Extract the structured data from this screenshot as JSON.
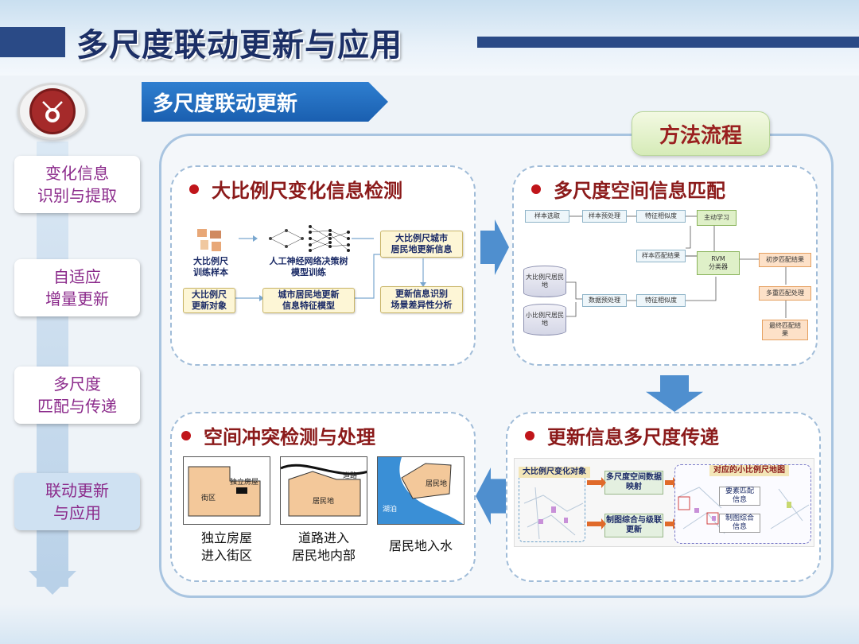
{
  "page": {
    "title": "多尺度联动更新与应用"
  },
  "ribbon": {
    "label": "多尺度联动更新"
  },
  "method_badge": {
    "label": "方法流程"
  },
  "sidebar": {
    "items": [
      {
        "label": "变化信息\n识别与提取"
      },
      {
        "label": "自适应\n增量更新"
      },
      {
        "label": "多尺度\n匹配与传递"
      },
      {
        "label": "联动更新\n与应用"
      }
    ]
  },
  "panel_detect": {
    "title": "大比例尺变化信息检测",
    "sample_label": "大比例尺\n训练样本",
    "nn_label": "人工神经网络决策树\n模型训练",
    "target_box": "大比例尺\n更新对象",
    "model_box": "城市居民地更新\n信息特征模型",
    "update_box": "大比例尺城市\n居民地更新信息",
    "diff_box": "更新信息识别\n场景差异性分析"
  },
  "panel_match": {
    "title": "多尺度空间信息匹配",
    "sample_select": "样本选取",
    "sample_pre": "样本预处理",
    "feature_sim": "特征相似度",
    "active_learning": "主动学习",
    "sample_match_result": "样本匹配结果",
    "rvm": "RVM\n分类器",
    "init_match": "初步匹配结果",
    "db_large": "大比例尺居民\n地",
    "db_small": "小比例尺居民\n地",
    "data_pre": "数据预处理",
    "feature_sim2": "特征相似度",
    "multi_match": "多重匹配处理",
    "final_match": "最终匹配结\n果"
  },
  "panel_transfer": {
    "title": "更新信息多尺度传递",
    "large_obj": "大比例尺变化对象",
    "map_box": "多尺度空间数据\n映射",
    "cascade_box": "制图综合与级联\n更新",
    "small_map": "对应的小比例尺地图",
    "element_match": "要素匹配\n信息",
    "carto_info": "制图综合\n信息"
  },
  "panel_conflict": {
    "title": "空间冲突检测与处理",
    "images": [
      {
        "caption": "独立房屋\n进入街区",
        "labels": [
          "独立房屋",
          "街区"
        ]
      },
      {
        "caption": "道路进入\n居民地内部",
        "labels": [
          "道路",
          "居民地"
        ]
      },
      {
        "caption": "居民地入水",
        "labels": [
          "居民地",
          "湖泊"
        ]
      }
    ]
  },
  "colors": {
    "accent_blue": "#1a5fb0",
    "title_navy": "#1c2f66",
    "panel_title_red": "#8b1a1a",
    "sidebar_text": "#8b2a8b"
  }
}
